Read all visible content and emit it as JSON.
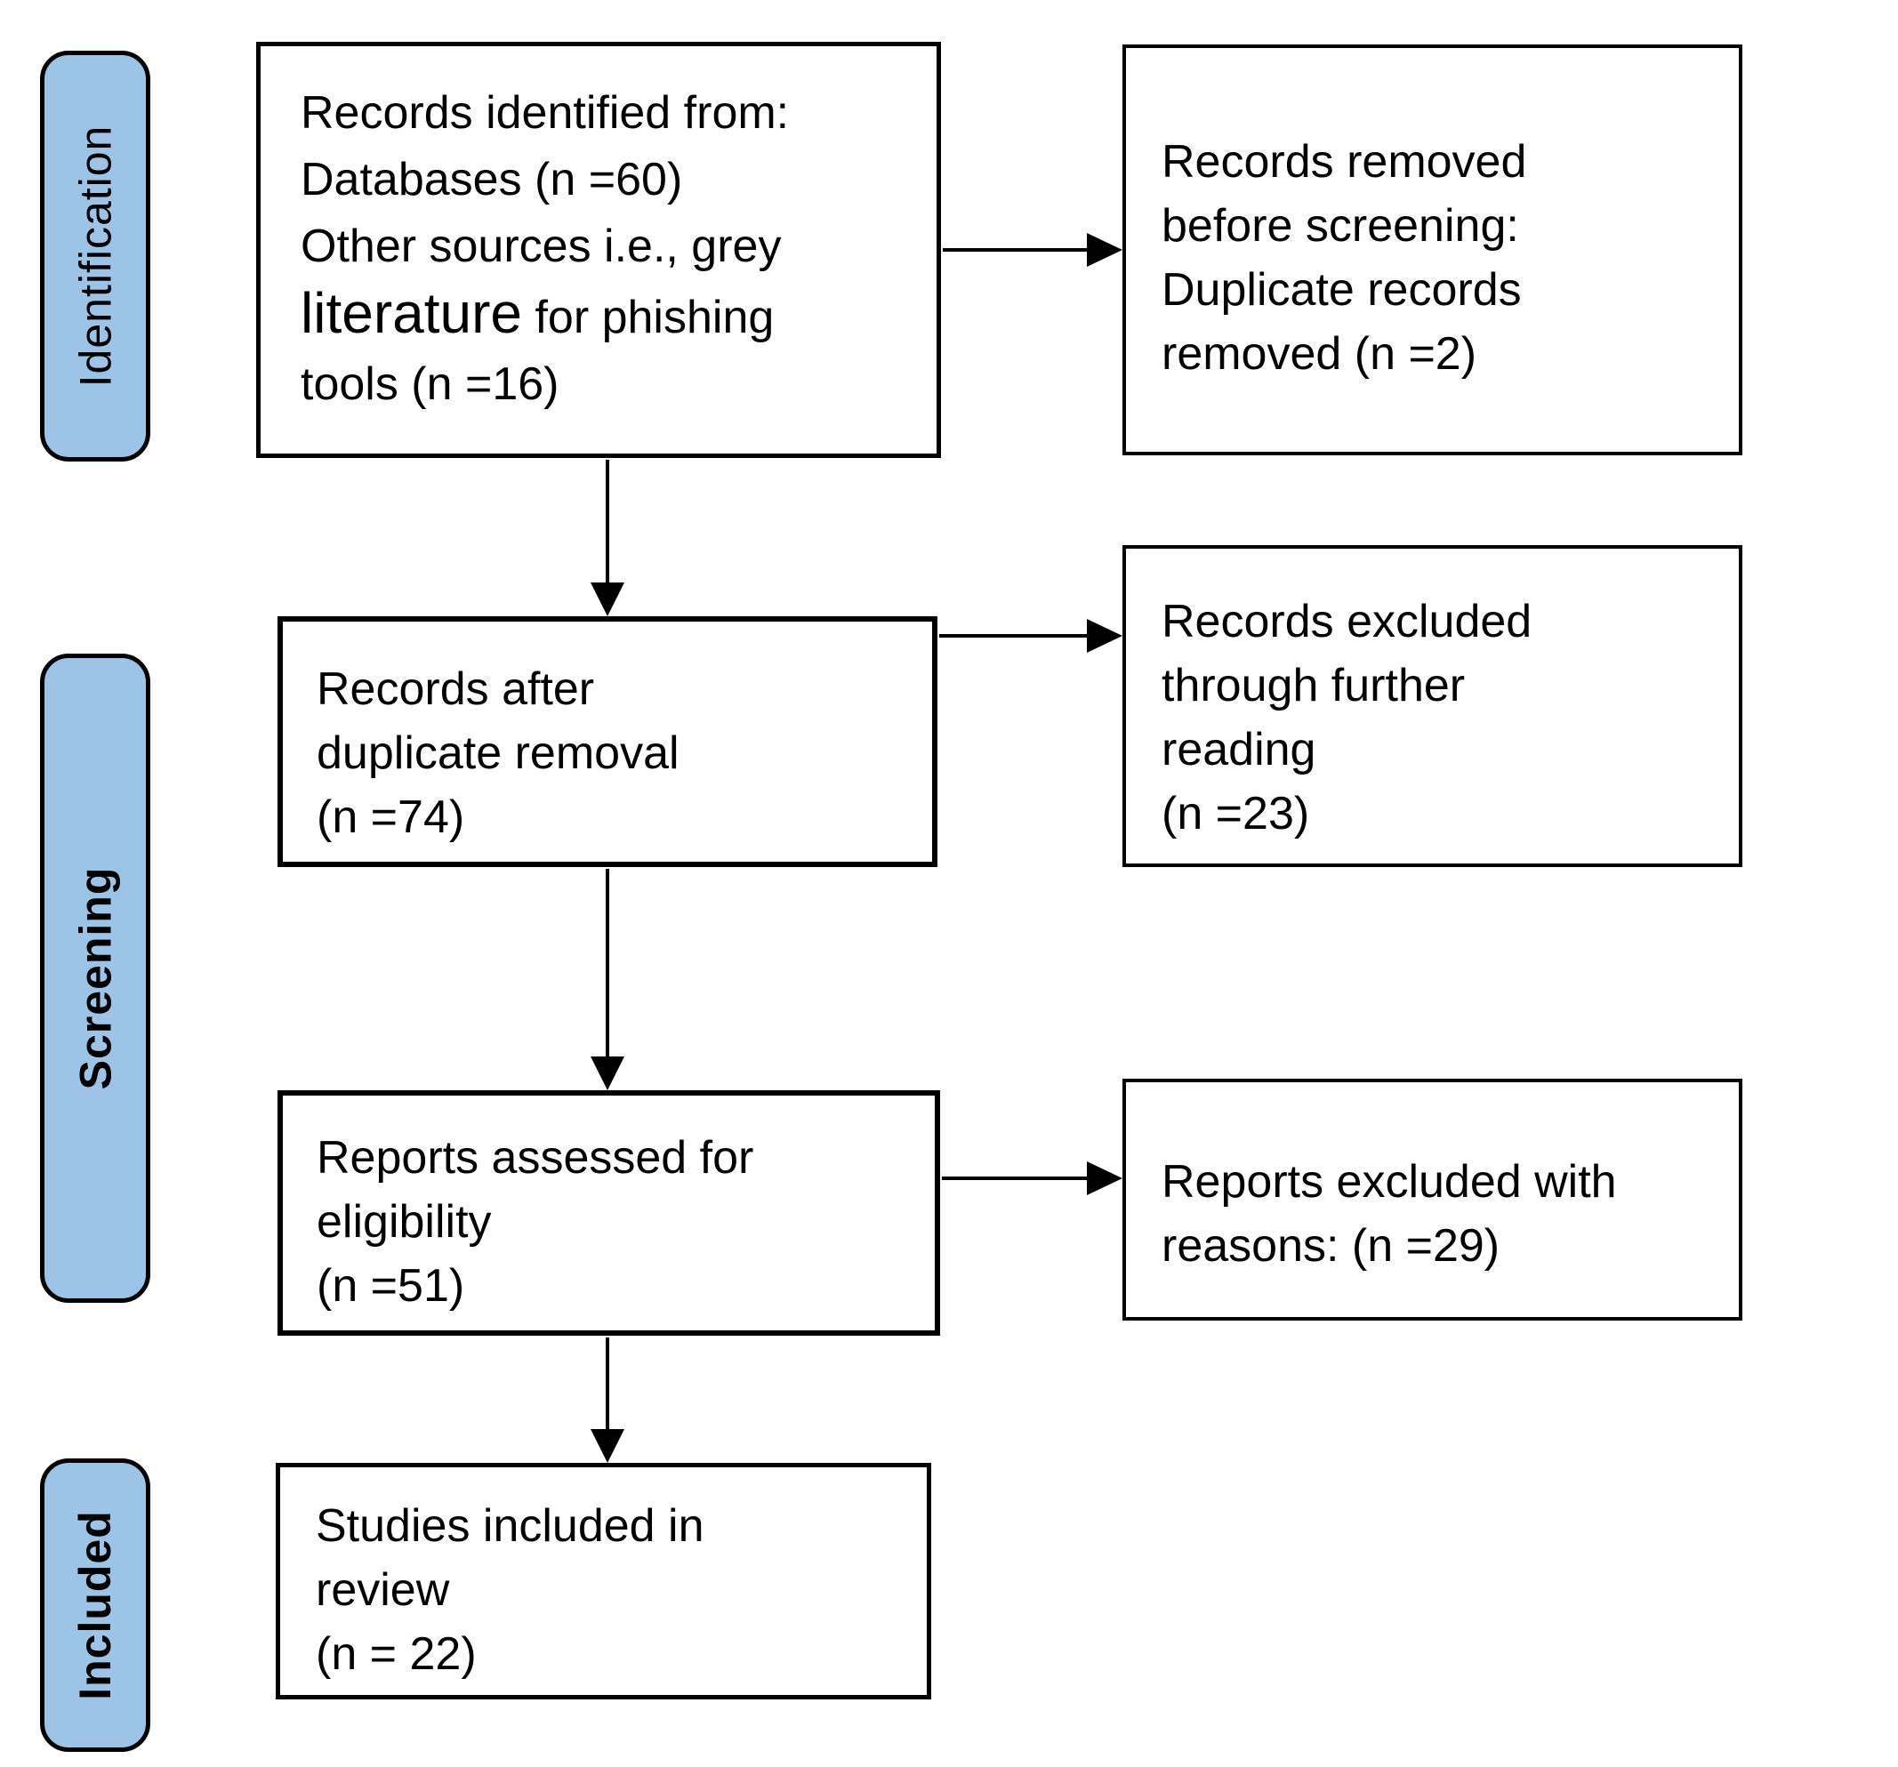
{
  "diagram": {
    "type": "prisma-flow",
    "stages": [
      {
        "label": "Identification",
        "bold": false
      },
      {
        "label": "Screening",
        "bold": true
      },
      {
        "label": "Included",
        "bold": true
      }
    ],
    "boxes": {
      "records_identified": {
        "lines": [
          "Records identified from:",
          "Databases (n =60)",
          "Other sources i.e., grey"
        ],
        "emph_word": "literature",
        "emph_tail": " for phishing",
        "tail_line": "tools (n =16)"
      },
      "records_removed": {
        "lines": [
          "Records removed",
          "before screening:",
          "Duplicate records",
          "removed (n =2)"
        ]
      },
      "records_after_dedup": {
        "lines": [
          "Records after",
          "duplicate removal",
          "(n =74)"
        ]
      },
      "records_excluded": {
        "lines": [
          "Records excluded",
          "through further",
          "reading",
          "(n =23)"
        ]
      },
      "reports_assessed": {
        "lines": [
          "Reports assessed for",
          "eligibility",
          "(n =51)"
        ]
      },
      "reports_excluded": {
        "lines": [
          "Reports excluded with",
          "reasons: (n =29)"
        ]
      },
      "studies_included": {
        "lines": [
          "Studies included in",
          "review",
          "(n = 22)"
        ]
      }
    },
    "counts": {
      "databases": 60,
      "other_sources_grey_literature": 16,
      "duplicates_removed": 2,
      "after_duplicate_removal": 74,
      "excluded_further_reading": 23,
      "assessed_for_eligibility": 51,
      "excluded_with_reasons": 29,
      "included_in_review": 22
    },
    "colors": {
      "stage_fill": "#9dc3e6",
      "line_color": "#000000",
      "background": "#ffffff"
    }
  }
}
